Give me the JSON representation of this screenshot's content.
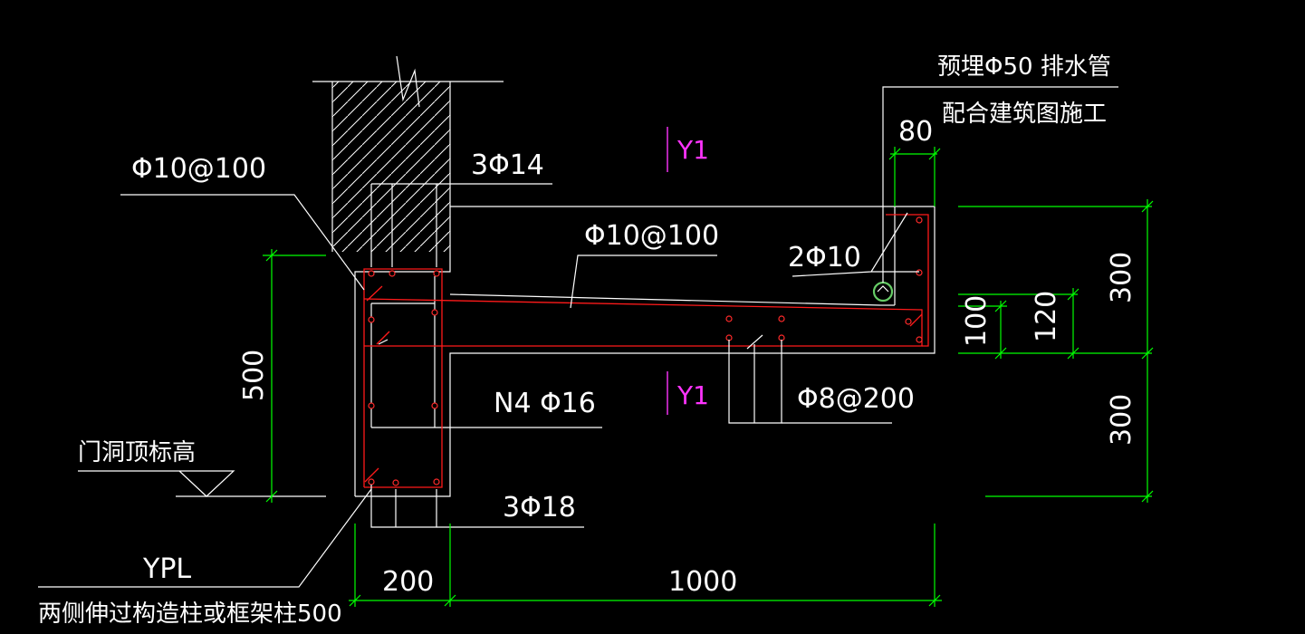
{
  "labels": {
    "phi10_100_left": "Φ10@100",
    "three_phi14": "3Φ14",
    "y1_top": "Y1",
    "phi10_100_slab": "Φ10@100",
    "two_phi10": "2Φ10",
    "drain_note_1": "预埋Φ50 排水管",
    "drain_note_2": "配合建筑图施工",
    "n4_phi16": "N4 Φ16",
    "y1_bottom": "Y1",
    "phi8_200": "Φ8@200",
    "three_phi18": "3Φ18",
    "door_top": "门洞顶标高",
    "ypl": "YPL",
    "extend_note": "两侧伸过构造柱或框架柱500"
  },
  "dimensions": {
    "d80": "80",
    "d300_upper": "300",
    "d100": "100",
    "d120": "120",
    "d300_lower": "300",
    "d500": "500",
    "d200": "200",
    "d1000": "1000"
  },
  "colors": {
    "background": "#000000",
    "linework": "#ffffff",
    "dimension": "#00ff00",
    "rebar": "#ff1a1a",
    "section_mark": "#ff33ff",
    "drain_pipe": "#66cc66"
  }
}
